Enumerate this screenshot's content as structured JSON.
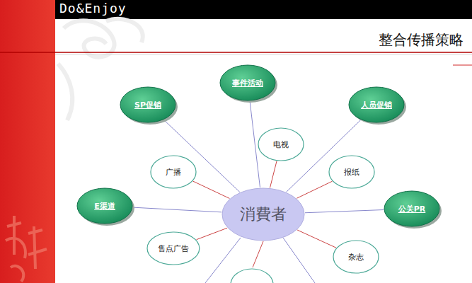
{
  "diagram": {
    "title": "整合传播策略",
    "nodes": [
      {
        "text": [
          "事件活动"
        ]
      },
      {
        "text": [
          "SP促销"
        ]
      },
      {
        "text": [
          "人员促销"
        ]
      },
      {
        "text": [
          "电视"
        ]
      },
      {
        "text": [
          "广播"
        ]
      },
      {
        "text": [
          "报纸"
        ]
      },
      {
        "text": [
          "E渠道"
        ]
      },
      {
        "text": [
          "消費者"
        ]
      },
      {
        "text": [
          "公关PR"
        ]
      },
      {
        "text": [
          "售点广告"
        ]
      },
      {
        "text": [
          "杂志"
        ]
      }
    ],
    "edges": [
      {
        "from": 7,
        "to": 0,
        "arrow": "none"
      },
      {
        "from": 7,
        "to": 1,
        "arrow": "none"
      },
      {
        "from": 7,
        "to": 2,
        "arrow": "none"
      },
      {
        "from": 7,
        "to": 3,
        "arrow": "none"
      },
      {
        "from": 7,
        "to": 4,
        "arrow": "none"
      },
      {
        "from": 7,
        "to": 5,
        "arrow": "none"
      },
      {
        "from": 7,
        "to": 6,
        "arrow": "none"
      },
      {
        "from": 7,
        "to": 8,
        "arrow": "none"
      },
      {
        "from": 7,
        "to": 9,
        "arrow": "none"
      },
      {
        "from": 7,
        "to": 10,
        "arrow": "none"
      }
    ],
    "labels": [
      "Do&Enjoy"
    ]
  }
}
